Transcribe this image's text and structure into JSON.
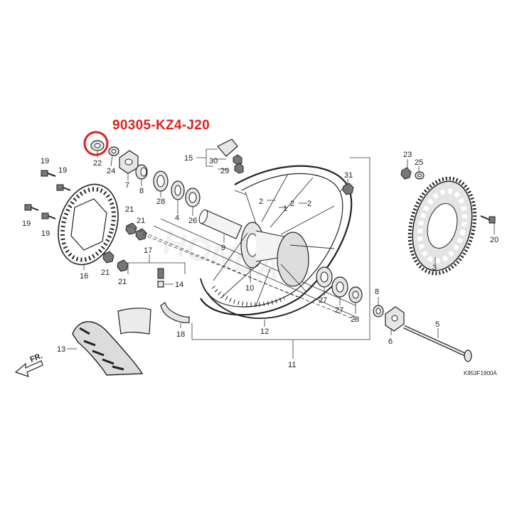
{
  "highlight": {
    "part_number": "90305-KZ4-J20",
    "color": "#e0201c",
    "callout_ref": "22"
  },
  "diagram_code": "K953F1900A",
  "direction_label": "FR.",
  "watermark": "HONDA",
  "callouts": [
    "1",
    "2",
    "2",
    "2",
    "3",
    "4",
    "5",
    "6",
    "7",
    "8",
    "8",
    "9",
    "10",
    "11",
    "12",
    "13",
    "14",
    "15",
    "16",
    "17",
    "18",
    "19",
    "19",
    "19",
    "19",
    "20",
    "21",
    "21",
    "21",
    "21",
    "22",
    "23",
    "24",
    "25",
    "26",
    "27",
    "27",
    "28",
    "28",
    "29",
    "30",
    "31"
  ]
}
